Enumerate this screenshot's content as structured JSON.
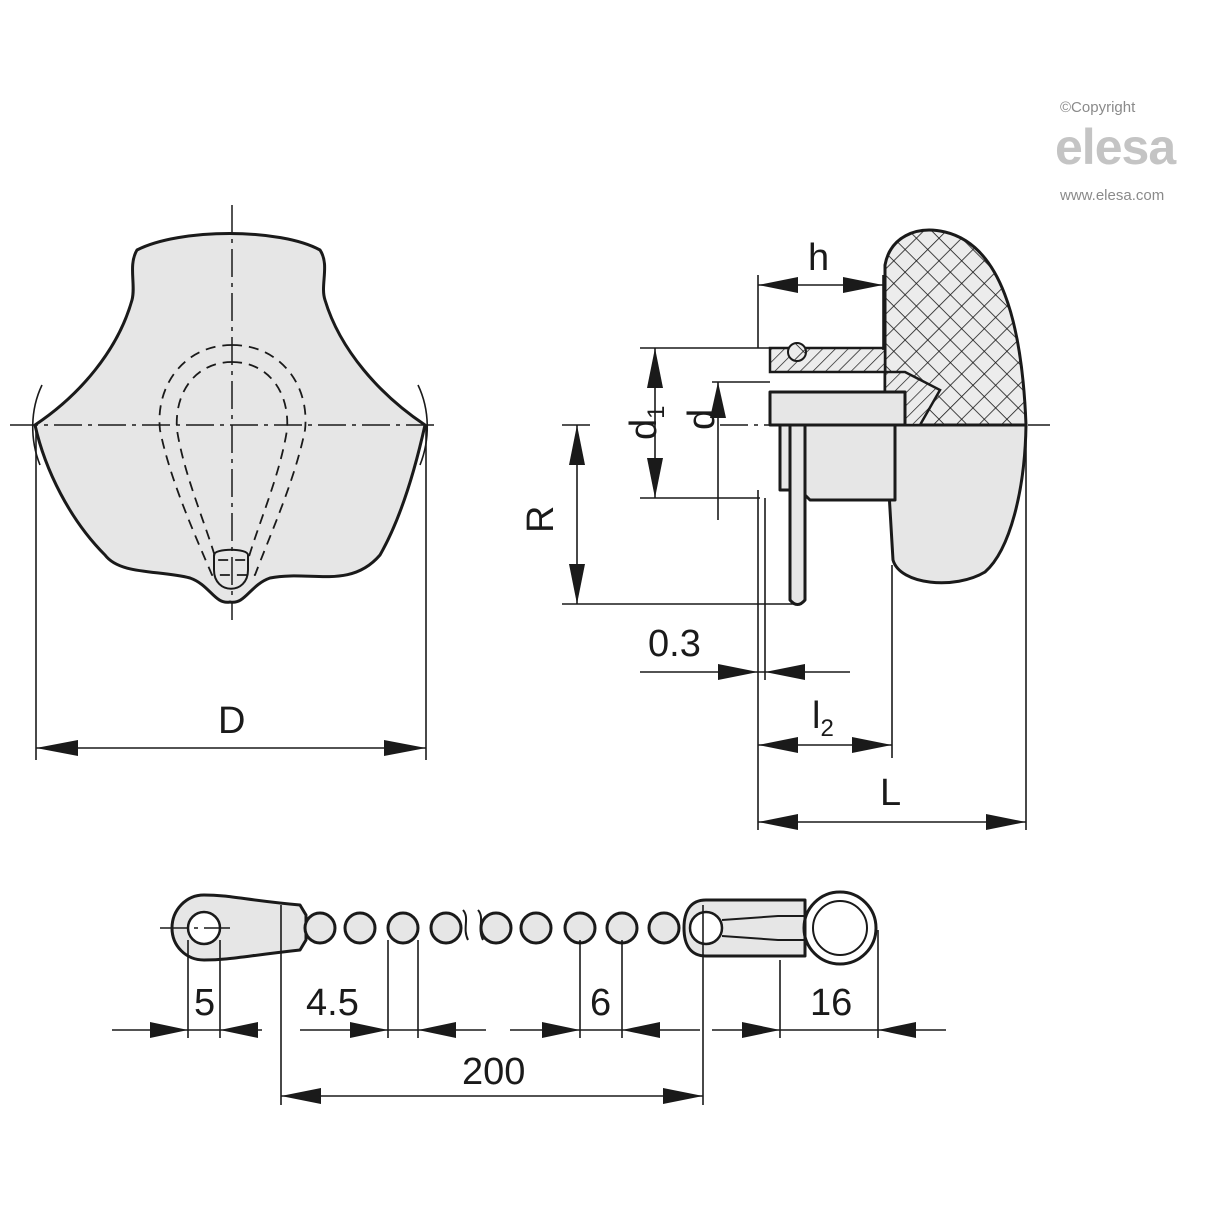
{
  "brand": {
    "copyright": "©Copyright",
    "name": "elesa",
    "url": "www.elesa.com"
  },
  "labels": {
    "D": "D",
    "h": "h",
    "d1_base": "d",
    "d1_sub": "1",
    "d": "d",
    "R": "R",
    "gap": "0.3",
    "l2_base": "l",
    "l2_sub": "2",
    "L": "L"
  },
  "chain": {
    "eye_diameter": "5",
    "ball_pitch_left": "4.5",
    "ball_pitch_right": "6",
    "ring": "16",
    "length": "200"
  }
}
